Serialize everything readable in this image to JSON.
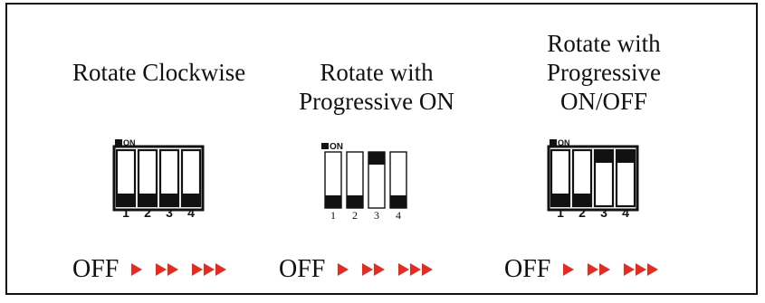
{
  "colors": {
    "arrow": "#e32d22",
    "ink": "#111111",
    "paper": "#ffffff"
  },
  "panels": [
    {
      "title_lines": [
        "Rotate Clockwise"
      ],
      "switch": {
        "on_label": "ON",
        "positions": [
          "1",
          "2",
          "3",
          "4"
        ],
        "states": [
          "off",
          "off",
          "off",
          "off"
        ],
        "style": "bold"
      },
      "off_label": "OFF"
    },
    {
      "title_lines": [
        "Rotate with",
        "Progressive ON"
      ],
      "switch": {
        "on_label": "ON",
        "positions": [
          "1",
          "2",
          "3",
          "4"
        ],
        "states": [
          "off",
          "off",
          "on",
          "off"
        ],
        "style": "light"
      },
      "off_label": "OFF"
    },
    {
      "title_lines": [
        "Rotate with",
        "Progressive",
        "ON/OFF"
      ],
      "switch": {
        "on_label": "ON",
        "positions": [
          "1",
          "2",
          "3",
          "4"
        ],
        "states": [
          "off",
          "off",
          "on",
          "on"
        ],
        "style": "bold"
      },
      "off_label": "OFF"
    }
  ]
}
